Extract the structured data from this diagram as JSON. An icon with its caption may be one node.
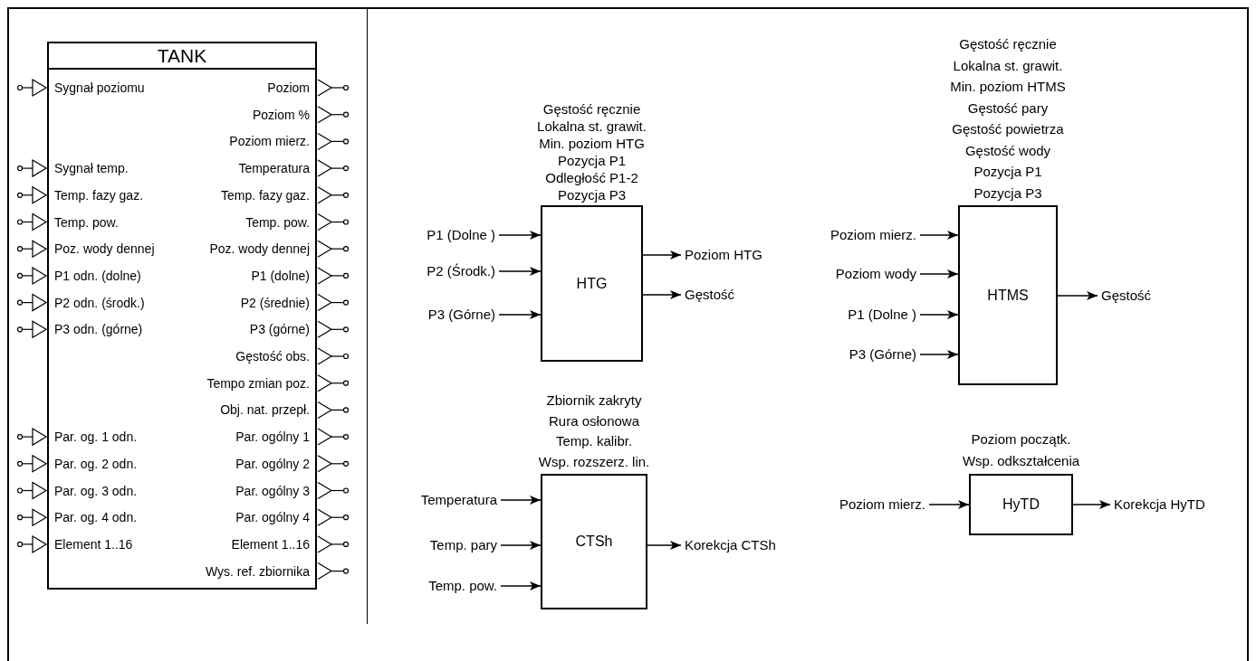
{
  "diagram": {
    "nodes": [
      {
        "text": [
          "TANK",
          "Sygnał poziomu",
          "Poziom",
          "Poziom %",
          "Poziom mierz.",
          "Sygnał temp.",
          "Temperatura",
          "Temp. fazy gaz.",
          "Temp. fazy gaz.",
          "Temp. pow.",
          "Temp. pow.",
          "Poz. wody dennej",
          "Poz. wody dennej",
          "P1 odn. (dolne)",
          "P1 (dolne)",
          "P2 odn. (środk.)",
          "P2 (średnie)",
          "P3 odn. (górne)",
          "P3 (górne)",
          "Gęstość obs.",
          "Tempo zmian poz.",
          "Obj. nat. przepł.",
          "Par. og. 1 odn.",
          "Par. ogólny 1",
          "Par. og. 2 odn.",
          "Par. ogólny 2",
          "Par. og. 3 odn.",
          "Par. ogólny 3",
          "Par. og. 4 odn.",
          "Par. ogólny 4",
          "Element 1..16",
          "Element 1..16",
          "Wys. ref. zbiornika"
        ]
      },
      {
        "text": [
          "HTG"
        ],
        "beside": [
          "Gęstość ręcznie",
          "Lokalna st. grawit.",
          "Min. poziom HTG",
          "Pozycja P1",
          "Odległość P1-2",
          "Pozycja P3"
        ]
      },
      {
        "text": [
          "P1 (Dolne )"
        ]
      },
      {
        "text": [
          "P2 (Środk.)"
        ]
      },
      {
        "text": [
          "P3 (Górne)"
        ]
      },
      {
        "text": [
          "Poziom HTG"
        ]
      },
      {
        "text": [
          "Gęstość"
        ]
      },
      {
        "text": [
          "HTMS"
        ],
        "beside": [
          "Gęstość ręcznie",
          "Lokalna st. grawit.",
          "Min. poziom HTMS",
          "Gęstość pary",
          "Gęstość powietrza",
          "Gęstość wody",
          "Pozycja P1",
          "Pozycja P3"
        ]
      },
      {
        "text": [
          "Poziom mierz."
        ]
      },
      {
        "text": [
          "Poziom wody"
        ]
      },
      {
        "text": [
          "P1 (Dolne )"
        ]
      },
      {
        "text": [
          "P3 (Górne)"
        ]
      },
      {
        "text": [
          "Gęstość"
        ]
      },
      {
        "text": [
          "CTSh"
        ],
        "beside": [
          "Zbiornik zakryty",
          "Rura osłonowa",
          "Temp. kalibr.",
          "Wsp. rozszerz. lin."
        ]
      },
      {
        "text": [
          "Temperatura"
        ]
      },
      {
        "text": [
          "Temp. pary"
        ]
      },
      {
        "text": [
          "Temp. pow."
        ]
      },
      {
        "text": [
          "Korekcja CTSh"
        ]
      },
      {
        "text": [
          "HyTD"
        ],
        "beside": [
          "Poziom początk.",
          "Wsp. odkształcenia"
        ]
      },
      {
        "text": [
          "Poziom mierz."
        ]
      },
      {
        "text": [
          "Korekcja HyTD"
        ]
      }
    ],
    "edges": [
      {
        "from": 2,
        "to": 1,
        "arrow": "to"
      },
      {
        "from": 3,
        "to": 1,
        "arrow": "to"
      },
      {
        "from": 4,
        "to": 1,
        "arrow": "to"
      },
      {
        "from": 1,
        "to": 5,
        "arrow": "to"
      },
      {
        "from": 1,
        "to": 6,
        "arrow": "to"
      },
      {
        "from": 8,
        "to": 7,
        "arrow": "to"
      },
      {
        "from": 9,
        "to": 7,
        "arrow": "to"
      },
      {
        "from": 10,
        "to": 7,
        "arrow": "to"
      },
      {
        "from": 11,
        "to": 7,
        "arrow": "to"
      },
      {
        "from": 7,
        "to": 12,
        "arrow": "to"
      },
      {
        "from": 14,
        "to": 13,
        "arrow": "to"
      },
      {
        "from": 15,
        "to": 13,
        "arrow": "to"
      },
      {
        "from": 16,
        "to": 13,
        "arrow": "to"
      },
      {
        "from": 13,
        "to": 17,
        "arrow": "to"
      },
      {
        "from": 19,
        "to": 18,
        "arrow": "to"
      },
      {
        "from": 18,
        "to": 20,
        "arrow": "to"
      }
    ]
  }
}
